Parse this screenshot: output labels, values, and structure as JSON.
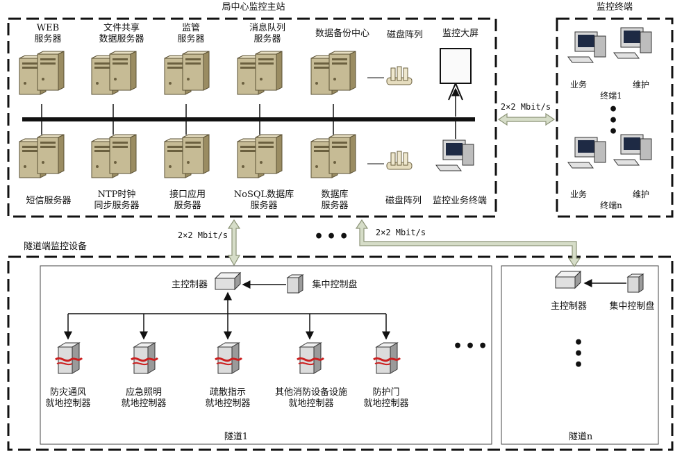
{
  "regions": {
    "center_title": "局中心监控主站",
    "terminal_title": "监控终端",
    "tunnel_title": "隧道端监控设备",
    "tunnel1_label": "隧道1",
    "tunnel_n_label": "隧道n"
  },
  "top_row": [
    {
      "line1": "WEB",
      "line2": "服务器"
    },
    {
      "line1": "文件共享",
      "line2": "数据服务器"
    },
    {
      "line1": "监管",
      "line2": "服务器"
    },
    {
      "line1": "消息队列",
      "line2": "服务器"
    },
    {
      "line1": "数据备份中心",
      "line2": ""
    },
    {
      "line1": "磁盘阵列",
      "line2": ""
    },
    {
      "line1": "监控大屏",
      "line2": ""
    }
  ],
  "bottom_row": [
    {
      "line1": "短信服务器",
      "line2": ""
    },
    {
      "line1": "NTP时钟",
      "line2": "同步服务器"
    },
    {
      "line1": "接口应用",
      "line2": "服务器"
    },
    {
      "line1": "NoSQL数据库",
      "line2": "服务器"
    },
    {
      "line1": "数据库",
      "line2": "服务器"
    },
    {
      "line1": "磁盘阵列",
      "line2": ""
    },
    {
      "line1": "监控业务终端",
      "line2": ""
    }
  ],
  "links": {
    "center_to_terminals": "2×2 Mbit/s",
    "center_to_tunnel1": "2×2 Mbit/s",
    "center_to_tunnel_n": "2×2 Mbit/s"
  },
  "terminals": {
    "t1_business": "业务",
    "t1_maintain": "维护",
    "t1_name": "终端1",
    "tn_business": "业务",
    "tn_maintain": "维护",
    "tn_name": "终端n"
  },
  "tunnel1": {
    "main_controller": "主控制器",
    "central_panel": "集中控制盘",
    "local_controllers": [
      {
        "line1": "防灾通风",
        "line2": "就地控制器"
      },
      {
        "line1": "应急照明",
        "line2": "就地控制器"
      },
      {
        "line1": "疏散指示",
        "line2": "就地控制器"
      },
      {
        "line1": "其他消防设备设施",
        "line2": "就地控制器"
      },
      {
        "line1": "防护门",
        "line2": "就地控制器"
      }
    ]
  },
  "tunnel_n": {
    "main_controller": "主控制器",
    "central_panel": "集中控制盘"
  },
  "colors": {
    "server_body": "#d9cfae",
    "server_dark": "#8a7c55",
    "link_fill": "#d6ddc8",
    "link_stroke": "#8c9478",
    "controller_band": "#cc2020"
  },
  "icons": [
    "server-icon",
    "disk-array-icon",
    "projector-screen-icon",
    "computer-terminal-icon",
    "controller-icon",
    "local-controller-icon"
  ]
}
